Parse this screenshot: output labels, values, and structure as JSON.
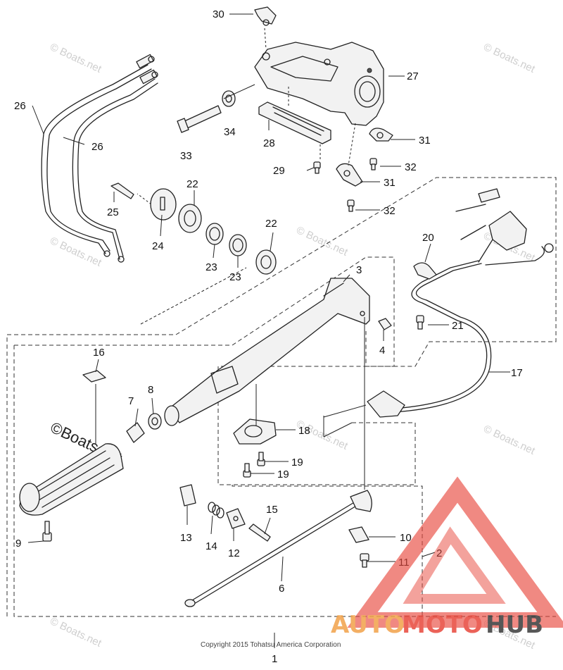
{
  "diagram": {
    "copyright": "Copyright 2015 Tohatsu America Corporation",
    "watermark": "© Boats.net",
    "watermark_large": "©Boats.net",
    "brand": {
      "name_part1": "AUTO",
      "name_part2": "MOTO",
      "name_part3": "HUB",
      "color_orange": "#f2a24a",
      "color_red": "#e8473c",
      "color_dark": "#3a3a3a"
    },
    "callouts": {
      "c1": "1",
      "c2": "2",
      "c3": "3",
      "c4": "4",
      "c6": "6",
      "c7": "7",
      "c8": "8",
      "c9": "9",
      "c10": "10",
      "c11": "11",
      "c12": "12",
      "c13": "13",
      "c14": "14",
      "c15": "15",
      "c16": "16",
      "c17": "17",
      "c18": "18",
      "c19a": "19",
      "c19b": "19",
      "c20": "20",
      "c21": "21",
      "c22a": "22",
      "c22b": "22",
      "c23a": "23",
      "c23b": "23",
      "c24": "24",
      "c25": "25",
      "c26a": "26",
      "c26b": "26",
      "c27": "27",
      "c28": "28",
      "c29": "29",
      "c30": "30",
      "c31a": "31",
      "c31b": "31",
      "c32a": "32",
      "c32b": "32",
      "c33": "33",
      "c34": "34"
    }
  }
}
